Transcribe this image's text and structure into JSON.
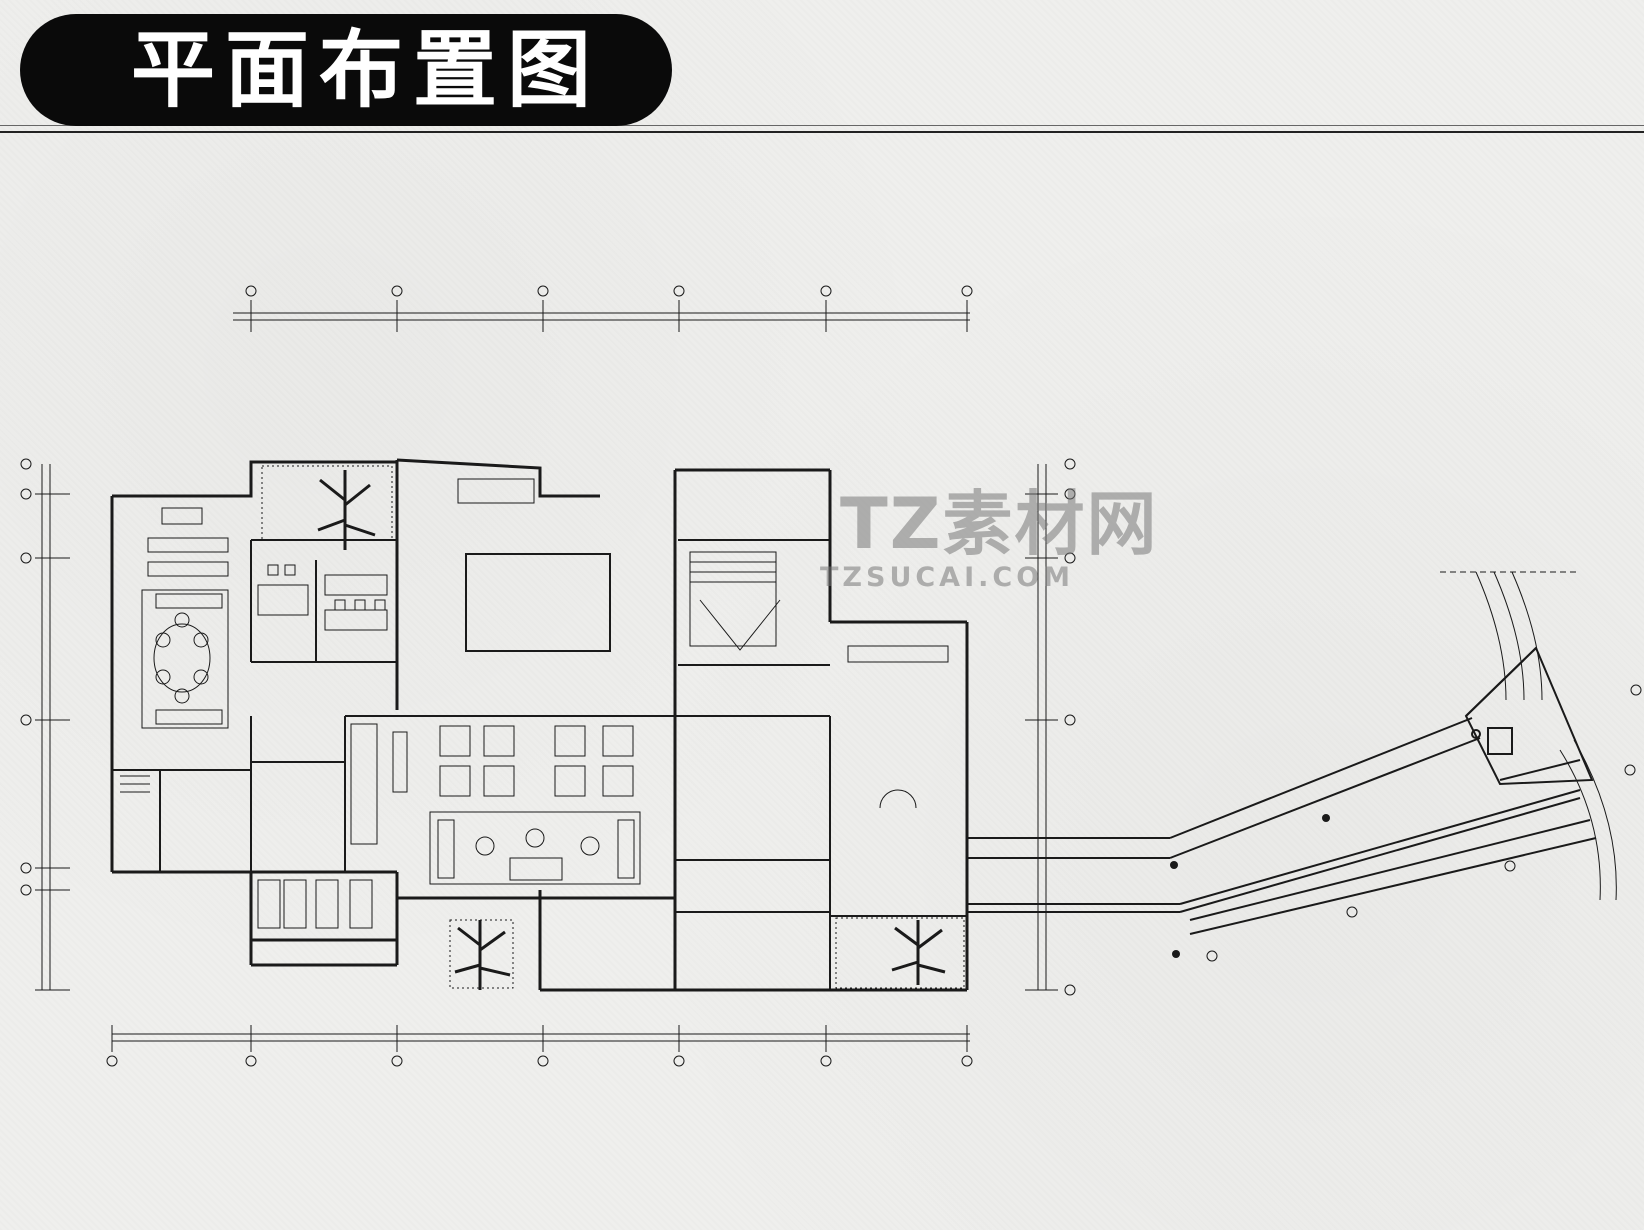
{
  "title": "平面布置图",
  "watermark": {
    "brand": "TZ素材网",
    "url": "TZSUCAI.COM"
  },
  "colors": {
    "title_bg": "#0a0a0a",
    "title_text": "#ffffff",
    "paper": "#efefed",
    "line": "#1a1a1a"
  }
}
